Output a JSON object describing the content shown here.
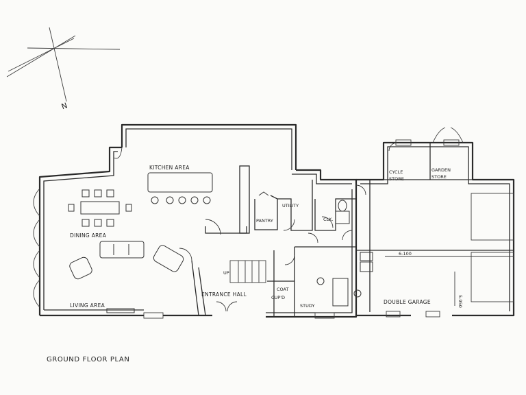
{
  "north_label": "N",
  "title": "GROUND FLOOR PLAN",
  "rooms": {
    "kitchen": "KITCHEN AREA",
    "dining": "DINING AREA",
    "living": "LIVING AREA",
    "entrance": "ENTRANCE HALL",
    "pantry": "PANTRY",
    "utility": "UTILITY",
    "clk": "CLK.",
    "coat1": "COAT",
    "coat2": "CUP'D",
    "study": "STUDY",
    "cycle1": "CYCLE",
    "cycle2": "STORE",
    "garden1": "GARDEN",
    "garden2": "STORE",
    "garage": "DOUBLE GARAGE"
  },
  "dimensions": {
    "width": "6-100",
    "depth": "5-950"
  },
  "stair_mark": "UP"
}
